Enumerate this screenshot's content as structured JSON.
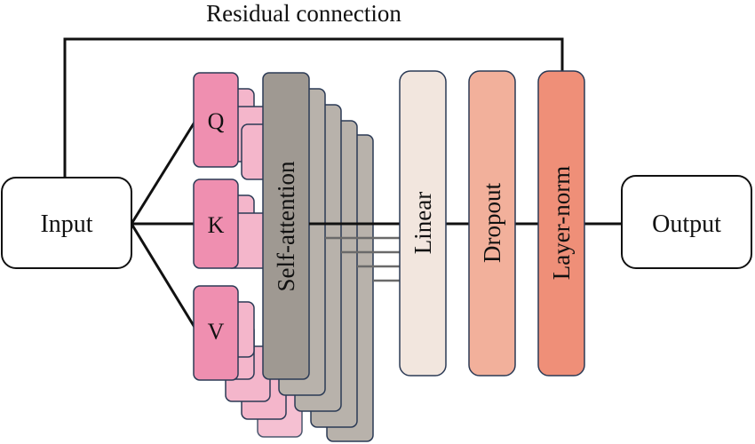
{
  "residual": {
    "label": "Residual connection"
  },
  "nodes": {
    "input": "Input",
    "q": "Q",
    "k": "K",
    "v": "V",
    "self_attention": "Self-attention",
    "linear": "Linear",
    "dropout": "Dropout",
    "layer_norm": "Layer-norm",
    "output": "Output"
  },
  "colors": {
    "qkv_fill": "#ef8fb0",
    "qkv_back_fill": "#f4b6cb",
    "attention_fill": "#9f9992",
    "attention_back_fill": "#b8b2ab",
    "linear_fill": "#f2e6de",
    "dropout_fill": "#f2b09b",
    "layer_norm_fill": "#ef8f78",
    "stroke": "#2b3a55",
    "line": "#111111"
  }
}
